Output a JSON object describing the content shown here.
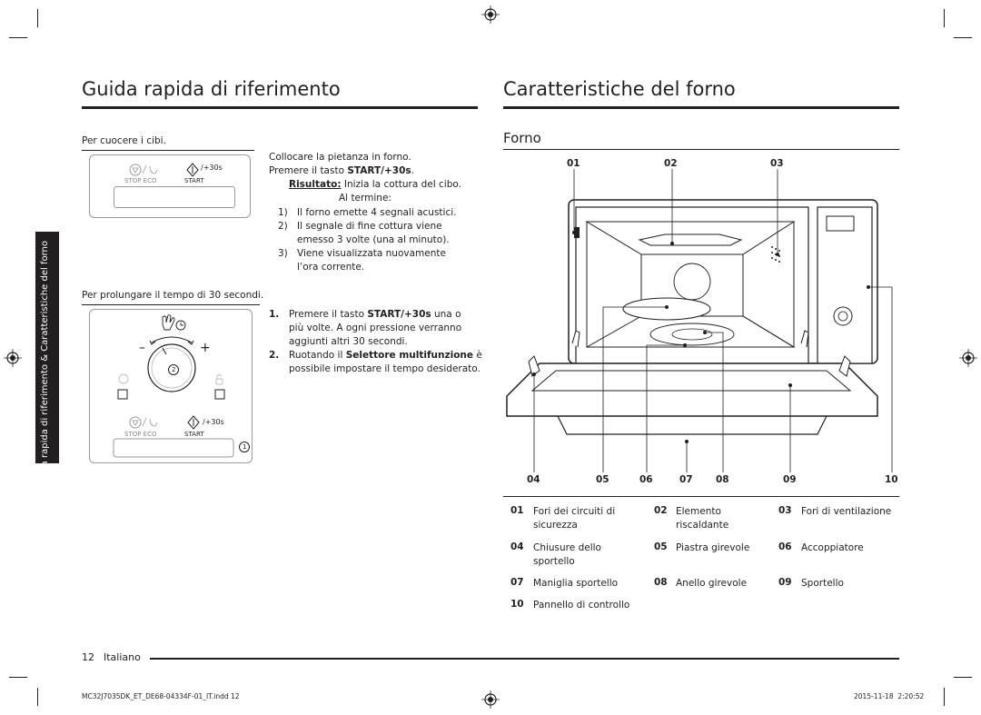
{
  "left": {
    "title": "Guida rapida di riferimento",
    "section1_label": "Per cuocere i cibi.",
    "panel1": {
      "stop_eco": "STOP  ECO",
      "start": "START",
      "plus30": "/+30s"
    },
    "text1": [
      "Collocare la pietanza in forno.",
      "Premere il tasto ",
      "START/+30s",
      "."
    ],
    "risultato_label": "Risultato:",
    "risultato_text": "Inizia la cottura del cibo.",
    "al_termine": "Al termine:",
    "steps1": [
      {
        "n": "1)",
        "t": "Il forno emette 4 segnali acustici."
      },
      {
        "n": "2)",
        "t": "Il segnale di fine cottura viene",
        "t2": "emesso 3 volte (una al minuto)."
      },
      {
        "n": "3)",
        "t": "Viene visualizzata nuovamente",
        "t2": "l’ora corrente."
      }
    ],
    "section2_label": "Per prolungare il tempo di 30 secondi.",
    "panel2": {
      "stop_eco": "STOP  ECO",
      "start": "START",
      "plus30": "/+30s",
      "badge1": "1",
      "badge2": "2",
      "minus": "–",
      "plus": "+"
    },
    "steps2": [
      {
        "n": "1.",
        "pre": "Premere il tasto ",
        "b": "START/+30s",
        "post": " una o",
        "l2": "più volte. A ogni pressione verranno",
        "l3": "aggiunti altri 30 secondi."
      },
      {
        "n": "2.",
        "pre": "Ruotando il ",
        "b": "Selettore multifunzione",
        "post": " è",
        "l2": "possibile impostare il tempo desiderato."
      }
    ]
  },
  "right": {
    "title": "Caratteristiche del forno",
    "subtitle": "Forno",
    "top_numbers": [
      "01",
      "02",
      "03"
    ],
    "bottom_numbers": [
      "04",
      "05",
      "06",
      "07",
      "08",
      "09",
      "10"
    ],
    "legend": [
      {
        "n": "01",
        "t": "Fori dei circuiti di",
        "t2": "sicurezza"
      },
      {
        "n": "02",
        "t": "Elemento",
        "t2": "riscaldante"
      },
      {
        "n": "03",
        "t": "Fori di ventilazione"
      },
      {
        "n": "04",
        "t": "Chiusure dello",
        "t2": "sportello"
      },
      {
        "n": "05",
        "t": "Piastra girevole"
      },
      {
        "n": "06",
        "t": "Accoppiatore"
      },
      {
        "n": "07",
        "t": "Maniglia sportello"
      },
      {
        "n": "08",
        "t": "Anello girevole"
      },
      {
        "n": "09",
        "t": "Sportello"
      },
      {
        "n": "10",
        "t": "Pannello di controllo"
      }
    ]
  },
  "side_tab": "Guida rapida di riferimento & Caratteristiche del forno",
  "footer": {
    "page_number": "12",
    "language": "Italiano",
    "file": "MC32J7035DK_ET_DE68-04334F-01_IT.indd   12",
    "date": "2015-11-18   ￼ 2:20:52"
  }
}
